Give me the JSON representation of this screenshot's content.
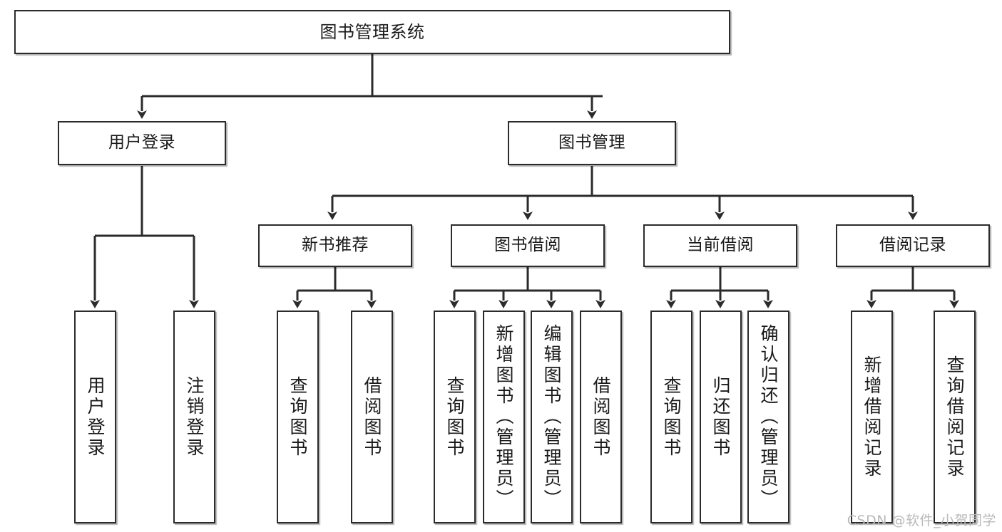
{
  "diagram": {
    "type": "tree-hierarchy-diagram",
    "title": "图书管理系统",
    "watermark": "CSDN @软件_小贺同学",
    "colors": {
      "box_border": "#2b2b2b",
      "box_fill": "#ffffff",
      "connector": "#2b2b2b",
      "text": "#1a1a1a",
      "watermark": "#b9b9b9"
    },
    "nodes": {
      "root": {
        "label": "图书管理系统"
      },
      "level2": [
        {
          "label": "用户登录"
        },
        {
          "label": "图书管理"
        }
      ],
      "level3": [
        {
          "label": "新书推荐"
        },
        {
          "label": "图书借阅"
        },
        {
          "label": "当前借阅"
        },
        {
          "label": "借阅记录"
        }
      ],
      "leaves_user_login": [
        {
          "label": "用户登录"
        },
        {
          "label": "注销登录"
        }
      ],
      "leaves_new_book": [
        {
          "label": "查询图书"
        },
        {
          "label": "借阅图书"
        }
      ],
      "leaves_borrow": [
        {
          "label": "查询图书"
        },
        {
          "label": "新增图书（管理员）"
        },
        {
          "label": "编辑图书（管理员）"
        },
        {
          "label": "借阅图书"
        }
      ],
      "leaves_current": [
        {
          "label": "查询图书"
        },
        {
          "label": "归还图书"
        },
        {
          "label": "确认归还（管理员）"
        }
      ],
      "leaves_records": [
        {
          "label": "新增借阅记录"
        },
        {
          "label": "查询借阅记录"
        }
      ]
    }
  }
}
